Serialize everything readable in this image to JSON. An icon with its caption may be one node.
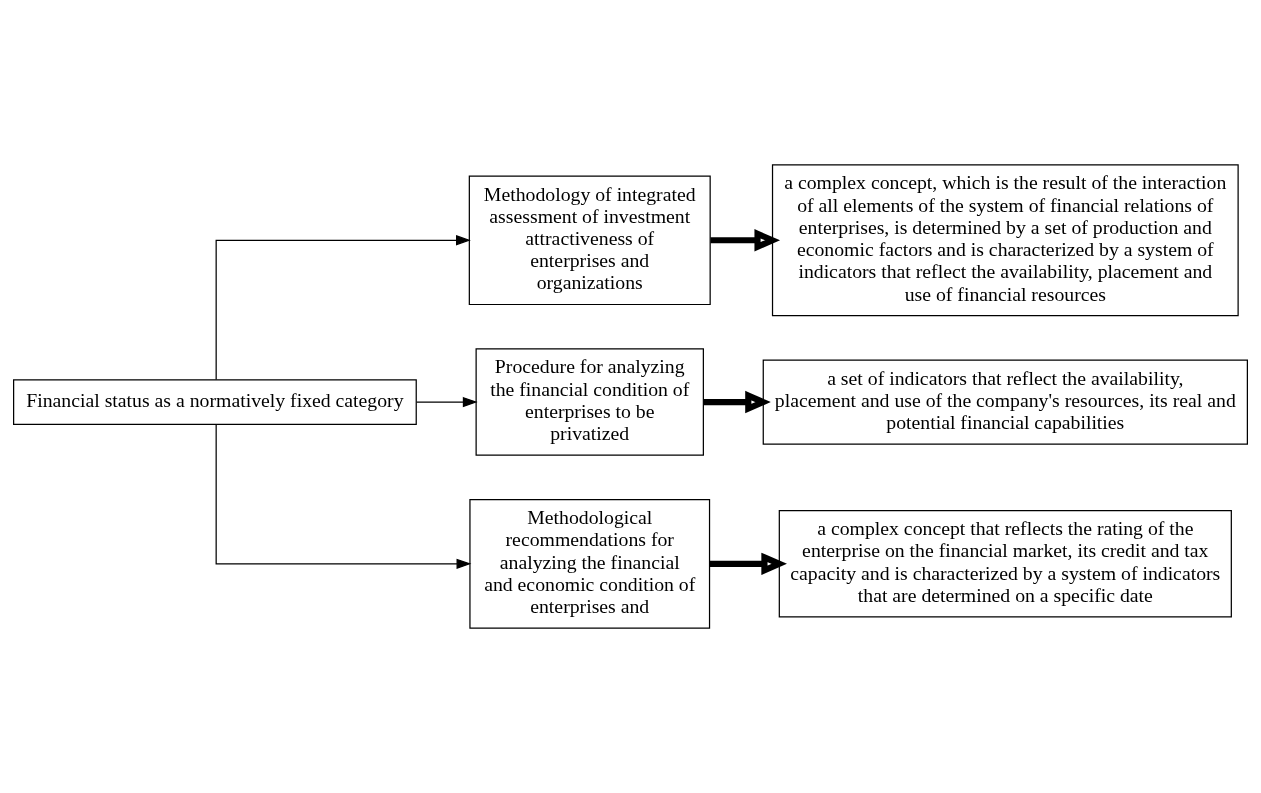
{
  "diagram": {
    "nodes": [
      {
        "text": [
          "Financial status as a normatively fixed category"
        ]
      },
      {
        "text": [
          "Methodology of integrated assessment of investment attractiveness of enterprises and organizations"
        ]
      },
      {
        "text": [
          "a complex concept, which is the result of the interaction of all elements of the system of financial relations of enterprises, is determined by a set of production and economic factors and is characterized by a system of indicators that reflect the availability, placement and use of financial resources"
        ]
      },
      {
        "text": [
          "Procedure for analyzing the financial condition of enterprises to be privatized"
        ]
      },
      {
        "text": [
          "a set of indicators that reflect the availability, placement and use of the company's resources, its real and potential financial capabilities"
        ]
      },
      {
        "text": [
          "Methodological recommendations for analyzing the financial and economic condition of enterprises and"
        ]
      },
      {
        "text": [
          "a complex concept that reflects the rating of the enterprise on the financial market, its credit and tax capacity and is characterized by a system of indicators that are determined on a specific date"
        ]
      }
    ],
    "edges": [
      {
        "from": 0,
        "to": 1,
        "arrow": "to"
      },
      {
        "from": 0,
        "to": 3,
        "arrow": "to"
      },
      {
        "from": 0,
        "to": 5,
        "arrow": "to"
      },
      {
        "from": 1,
        "to": 2,
        "arrow": "to",
        "style": "thick"
      },
      {
        "from": 3,
        "to": 4,
        "arrow": "to",
        "style": "thick"
      },
      {
        "from": 5,
        "to": 6,
        "arrow": "to",
        "style": "thick"
      }
    ]
  }
}
